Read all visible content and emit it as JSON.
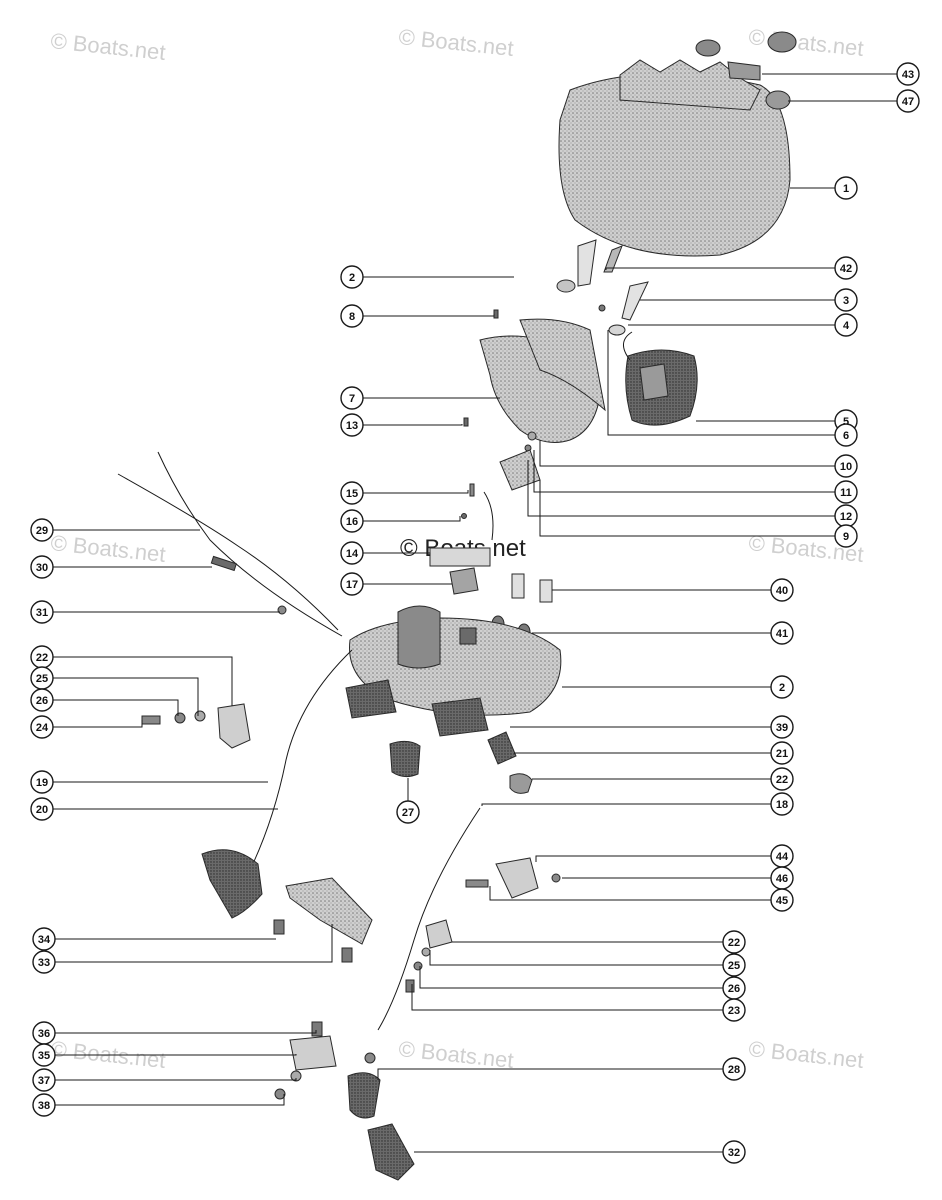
{
  "watermarks": [
    "© Boats.net",
    "© Boats.net",
    "© Boats.net",
    "© Boats.net",
    "© Boats.net",
    "© Boats.net",
    "© Boats.net",
    "© Boats.net"
  ],
  "center_watermark": "© Boats.net",
  "callouts": {
    "right": [
      "43",
      "47",
      "1",
      "42",
      "3",
      "4",
      "5",
      "6",
      "10",
      "11",
      "12",
      "9",
      "40",
      "41",
      "2",
      "39",
      "21",
      "22",
      "18",
      "44",
      "46",
      "45",
      "22",
      "25",
      "26",
      "23",
      "28",
      "32"
    ],
    "left": [
      "2",
      "8",
      "7",
      "13",
      "15",
      "16",
      "14",
      "17",
      "29",
      "30",
      "31",
      "22",
      "25",
      "26",
      "24",
      "19",
      "20",
      "27",
      "34",
      "33",
      "36",
      "35",
      "37",
      "38"
    ]
  },
  "colors": {
    "line": "#1a1a1a",
    "part_fill": "#8c8c8c",
    "part_light": "#c4c4c4",
    "watermark": "#cfcfcf"
  }
}
